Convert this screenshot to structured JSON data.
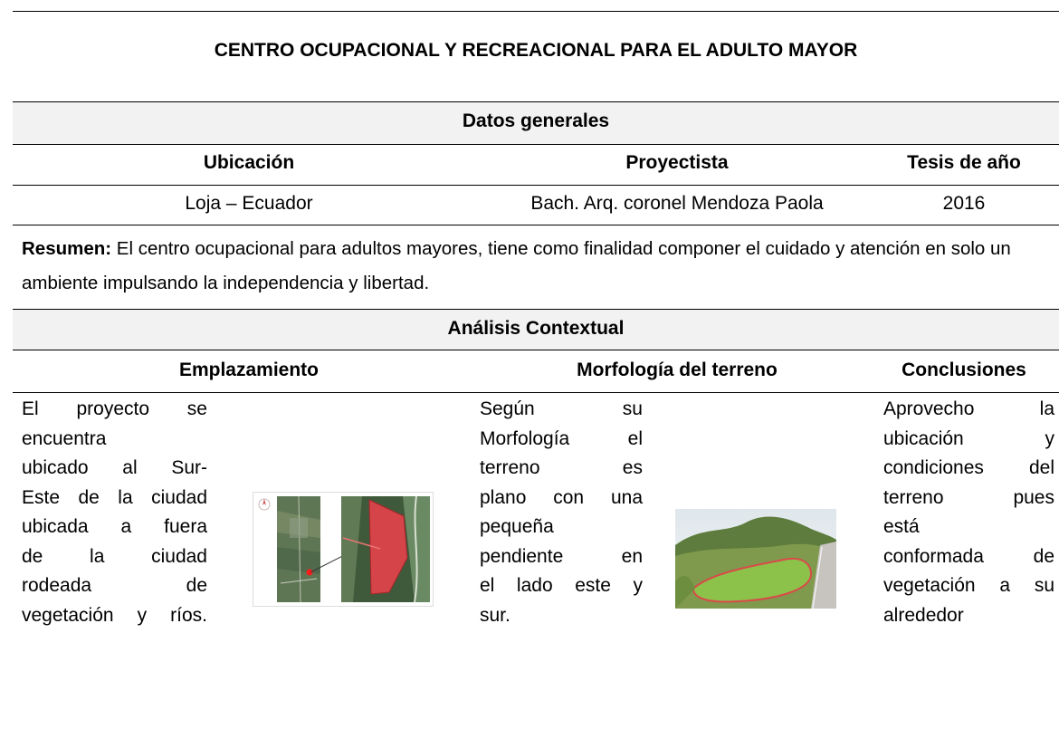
{
  "title": "CENTRO OCUPACIONAL Y RECREACIONAL PARA EL ADULTO MAYOR",
  "datos_generales": {
    "header": "Datos generales",
    "columns": [
      "Ubicación",
      "Proyectista",
      "Tesis de año"
    ],
    "values": [
      "Loja – Ecuador",
      "Bach. Arq. coronel Mendoza Paola",
      "2016"
    ]
  },
  "resumen": {
    "label": "Resumen:",
    "text": " El centro ocupacional para adultos mayores, tiene como finalidad componer el cuidado y atención en solo un ambiente impulsando la independencia y libertad."
  },
  "analisis": {
    "header": "Análisis Contextual",
    "columns": [
      "Emplazamiento",
      "Morfología del terreno",
      "Conclusiones"
    ],
    "emplazamiento_lines": [
      "El proyecto se",
      "encuentra",
      "ubicado al Sur-",
      "Este de la ciudad",
      "ubicada a fuera",
      "de la ciudad",
      "rodeada de",
      "vegetación y ríos."
    ],
    "morfologia_lines": [
      "Según su",
      "Morfología el",
      "terreno es",
      "plano con una",
      "pequeña",
      "pendiente en",
      "el lado este y",
      "sur."
    ],
    "conclusiones_lines": [
      "Aprovecho la",
      "ubicación y",
      "condiciones del",
      "terreno pues",
      "está",
      "conformada de",
      "vegetación a su",
      "alrededor"
    ]
  },
  "images": {
    "site_map": "satellite-site-map-image",
    "terrain_photo": "terrain-photo-image"
  }
}
